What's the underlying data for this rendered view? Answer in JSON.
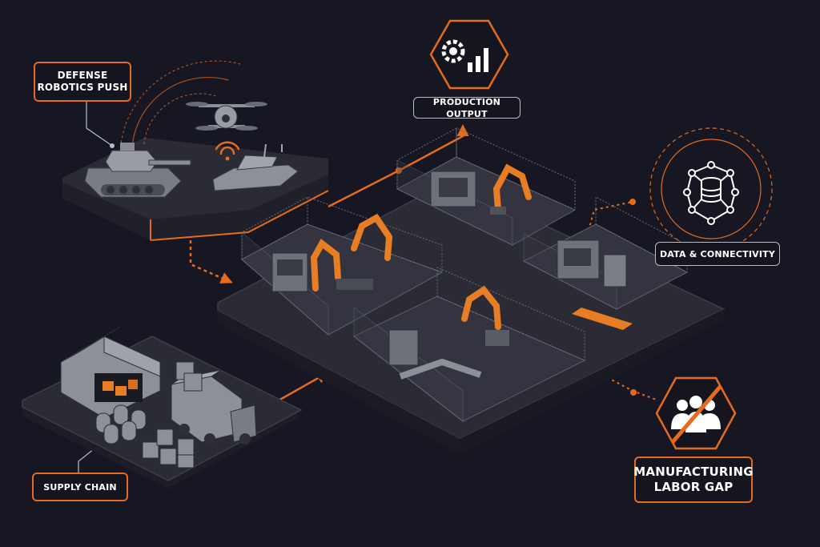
{
  "labels": {
    "defense": "DEFENSE ROBOTICS PUSH",
    "output": "PRODUCTION OUTPUT",
    "data": "DATA & CONNECTIVITY",
    "supply": "SUPPLY CHAIN",
    "labor": "MANUFACTURING LABOR GAP"
  },
  "colors": {
    "background": "#161722",
    "accent": "#e86a1c",
    "platform": "#24252e",
    "machine": "#8e9099",
    "label_border_grey": "#b9bcc6"
  },
  "icons": {
    "output": "gear-bar-chart-icon",
    "data": "database-network-icon",
    "labor": "people-crossed-icon"
  }
}
